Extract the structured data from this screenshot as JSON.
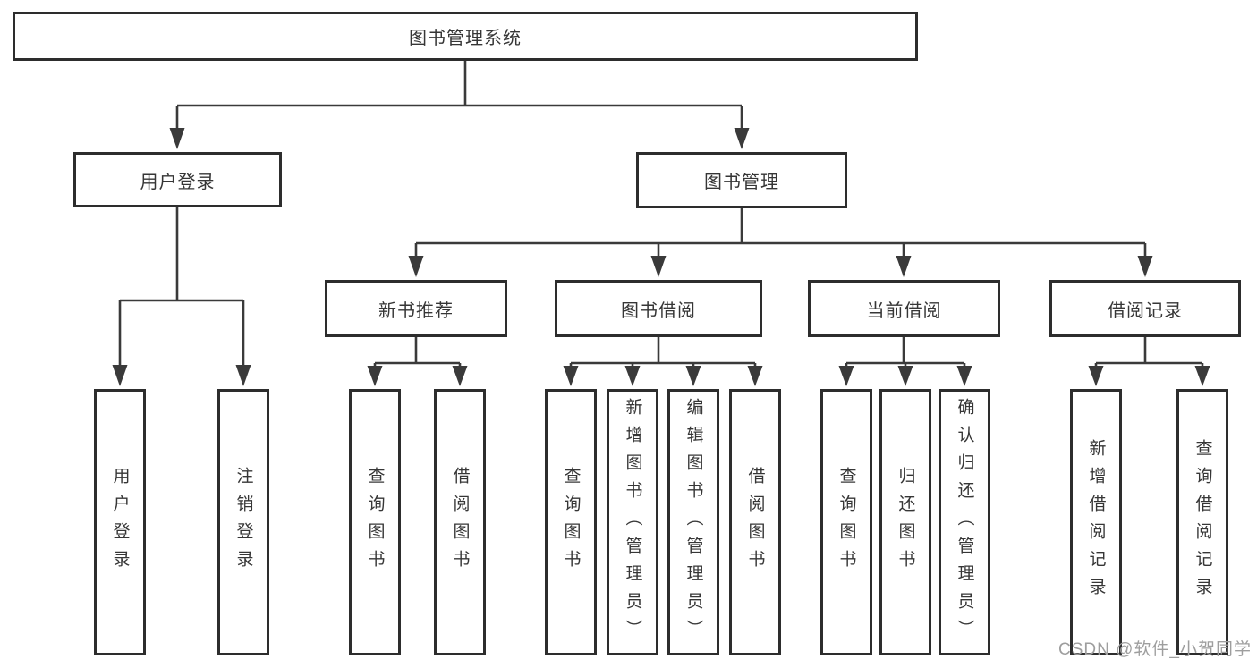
{
  "diagram": {
    "type": "hierarchy-tree",
    "nodes": {
      "root": "图书管理系统",
      "user_login": "用户登录",
      "book_mgmt": "图书管理",
      "new_book_rec": "新书推荐",
      "book_borrow": "图书借阅",
      "current_borrow": "当前借阅",
      "borrow_records": "借阅记录",
      "leaf_user_login": "用户登录",
      "leaf_logout": "注销登录",
      "leaf_query_book_rec": "查询图书",
      "leaf_borrow_book_rec": "借阅图书",
      "leaf_query_book_bor": "查询图书",
      "leaf_add_book_admin": "新增图书（管理员）",
      "leaf_edit_book_admin": "编辑图书（管理员）",
      "leaf_borrow_book_bor": "借阅图书",
      "leaf_query_book_cur": "查询图书",
      "leaf_return_book": "归还图书",
      "leaf_confirm_return_admin": "确认归还（管理员）",
      "leaf_add_borrow_record": "新增借阅记录",
      "leaf_query_borrow_record": "查询借阅记录"
    },
    "tree": {
      "图书管理系统": {
        "用户登录": [
          "用户登录",
          "注销登录"
        ],
        "图书管理": {
          "新书推荐": [
            "查询图书",
            "借阅图书"
          ],
          "图书借阅": [
            "查询图书",
            "新增图书（管理员）",
            "编辑图书（管理员）",
            "借阅图书"
          ],
          "当前借阅": [
            "查询图书",
            "归还图书",
            "确认归还（管理员）"
          ],
          "借阅记录": [
            "新增借阅记录",
            "查询借阅记录"
          ]
        }
      }
    }
  },
  "watermark": "CSDN @软件_小贺同学",
  "colors": {
    "line": "#3a3a3a",
    "box_border": "#2d2d2d",
    "text": "#363636",
    "watermark": "#9e9e9e",
    "background": "#ffffff"
  }
}
